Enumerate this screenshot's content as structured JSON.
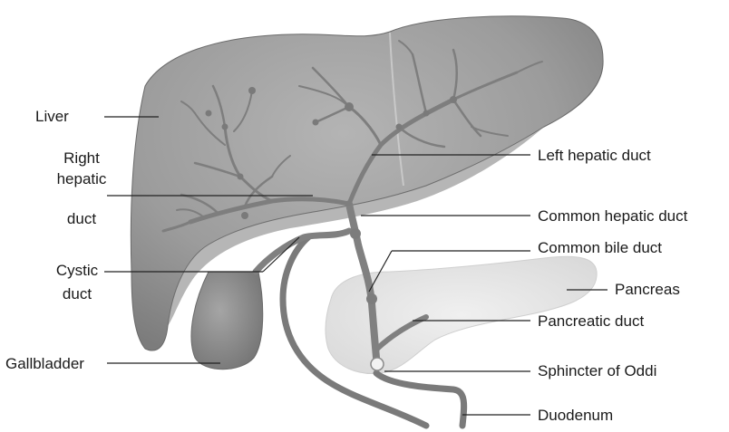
{
  "labels": {
    "liver": "Liver",
    "right_hepatic_duct_1": "Right",
    "right_hepatic_duct_2": "hepatic",
    "right_hepatic_duct_3": "duct",
    "cystic_duct_1": "Cystic",
    "cystic_duct_2": "duct",
    "gallbladder": "Gallbladder",
    "left_hepatic_duct": "Left hepatic duct",
    "common_hepatic_duct": "Common hepatic duct",
    "common_bile_duct": "Common bile duct",
    "pancreas": "Pancreas",
    "pancreatic_duct": "Pancreatic duct",
    "sphincter_of_oddi": "Sphincter of Oddi",
    "duodenum": "Duodenum"
  },
  "colors": {
    "liver": "#9a9a9a",
    "liver_dark": "#6f6f6f",
    "duct": "#858585",
    "duct_dark": "#6a6a6a",
    "gallbladder": "#8f8f8f",
    "pancreas": "#e6e6e6",
    "leader_line": "#222222"
  }
}
